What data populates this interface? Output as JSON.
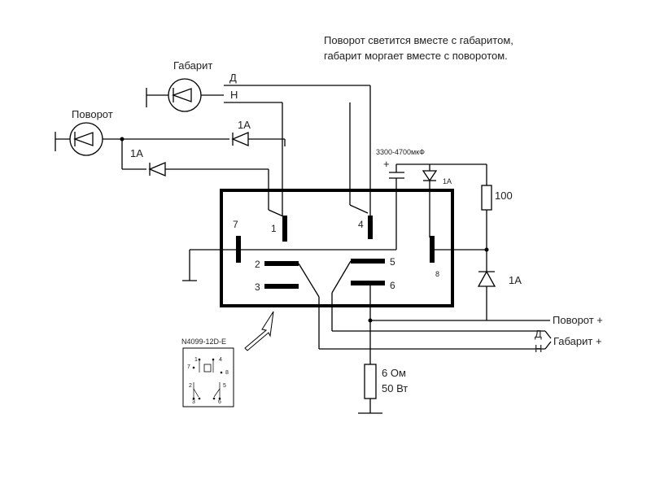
{
  "note": {
    "line1": "Поворот светится вместе с габаритом,",
    "line2": "габарит моргает вместе с поворотом."
  },
  "lamps": {
    "gabarit": "Габарит",
    "povorot": "Поворот"
  },
  "wire_marks": {
    "d": "Д",
    "n": "Н"
  },
  "diodes": {
    "rating": "1А"
  },
  "capacitor": {
    "value": "3300-4700мкФ",
    "plus": "+"
  },
  "resistor": {
    "value": "100"
  },
  "relay_pins": {
    "p1": "1",
    "p2": "2",
    "p3": "3",
    "p4": "4",
    "p5": "5",
    "p6": "6",
    "p7": "7",
    "p8": "8"
  },
  "load": {
    "ohms": "6 Ом",
    "watts": "50 Вт"
  },
  "outputs": {
    "povorot_plus": "Поворот +",
    "gabarit_plus": "Габарит +"
  },
  "relay_part": {
    "model": "N4099-12D-E"
  }
}
